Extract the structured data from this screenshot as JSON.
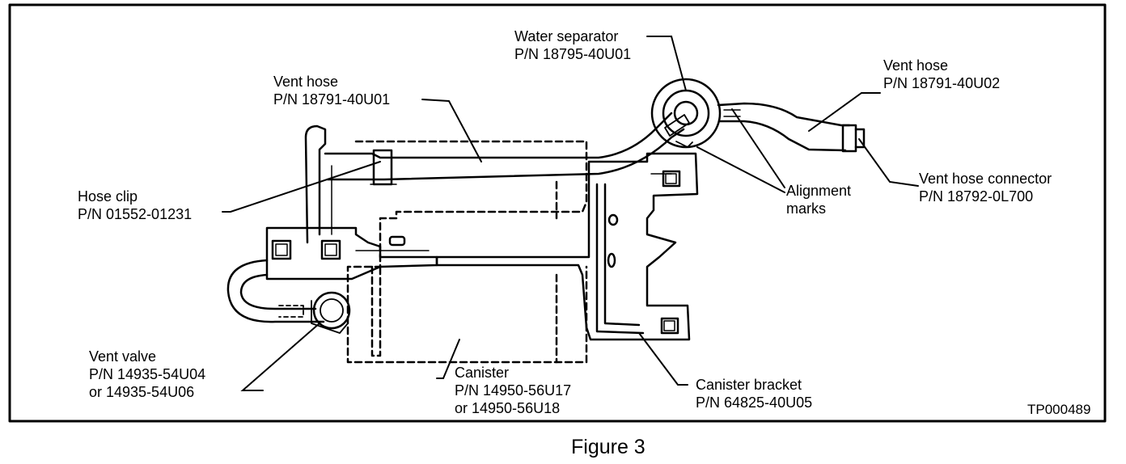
{
  "labels": {
    "water_separator": {
      "name": "Water separator",
      "pn": "P/N 18795-40U01"
    },
    "vent_hose_a": {
      "name": "Vent hose",
      "pn": "P/N 18791-40U01"
    },
    "vent_hose_b": {
      "name": "Vent hose",
      "pn": "P/N 18791-40U02"
    },
    "vent_hose_connector": {
      "name": "Vent hose connector",
      "pn": "P/N 18792-0L700"
    },
    "alignment_marks": {
      "line1": "Alignment",
      "line2": "marks"
    },
    "hose_clip": {
      "name": "Hose clip",
      "pn": "P/N 01552-01231"
    },
    "vent_valve": {
      "name": "Vent valve",
      "pn": "P/N 14935-54U04",
      "alt": "or 14935-54U06"
    },
    "canister": {
      "name": "Canister",
      "pn": "P/N 14950-56U17",
      "alt": "or 14950-56U18"
    },
    "canister_bracket": {
      "name": "Canister bracket",
      "pn": "P/N 64825-40U05"
    }
  },
  "figure_code": "TP000489",
  "caption": "Figure 3"
}
